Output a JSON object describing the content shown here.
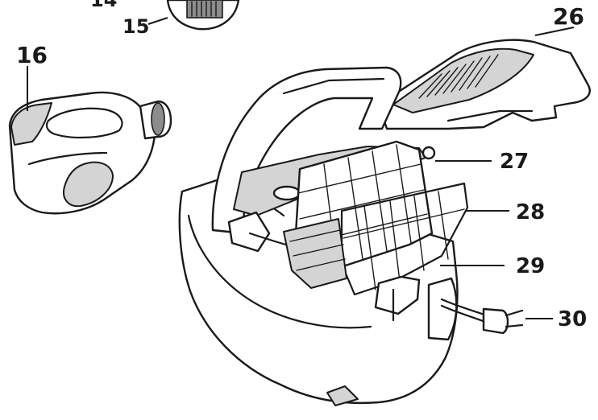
{
  "labels": {
    "l14": "14",
    "l15": "15",
    "l16": "16",
    "l26": "26",
    "l27": "27",
    "l28": "28",
    "l29": "29",
    "l30": "30"
  },
  "colors": {
    "line": "#1a1a1a",
    "shade": "#d4d4d4",
    "dark": "#8c8c8c",
    "background": "#ffffff"
  }
}
